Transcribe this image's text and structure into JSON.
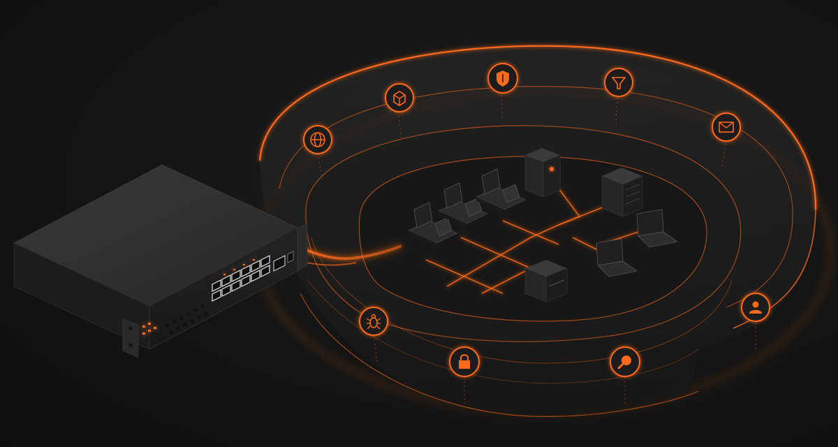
{
  "colors": {
    "background": "#141414",
    "accent": "#ff6a1a",
    "accent_glow": "#ff8a3d",
    "device_body": "#2b2b2b",
    "device_face": "#1f1f1f",
    "ring_fill": "#1d1d1d"
  },
  "appliance": {
    "name": "security-gateway",
    "port_count": 12,
    "sfp_count": 1
  },
  "security_ring": {
    "icons": [
      {
        "name": "globe-icon",
        "role": "web protection"
      },
      {
        "name": "box-shield-icon",
        "role": "sandbox"
      },
      {
        "name": "shield-icon",
        "role": "firewall"
      },
      {
        "name": "filter-icon",
        "role": "content filter"
      },
      {
        "name": "mail-icon",
        "role": "email security"
      },
      {
        "name": "user-icon",
        "role": "identity"
      },
      {
        "name": "search-icon",
        "role": "inspection"
      },
      {
        "name": "lock-icon",
        "role": "encryption"
      },
      {
        "name": "bug-icon",
        "role": "anti-malware"
      }
    ]
  },
  "protected_network": {
    "devices": [
      {
        "name": "pos-terminal",
        "count": 3
      },
      {
        "name": "server",
        "count": 2
      },
      {
        "name": "laptop",
        "count": 2
      },
      {
        "name": "printer",
        "count": 1
      }
    ]
  }
}
